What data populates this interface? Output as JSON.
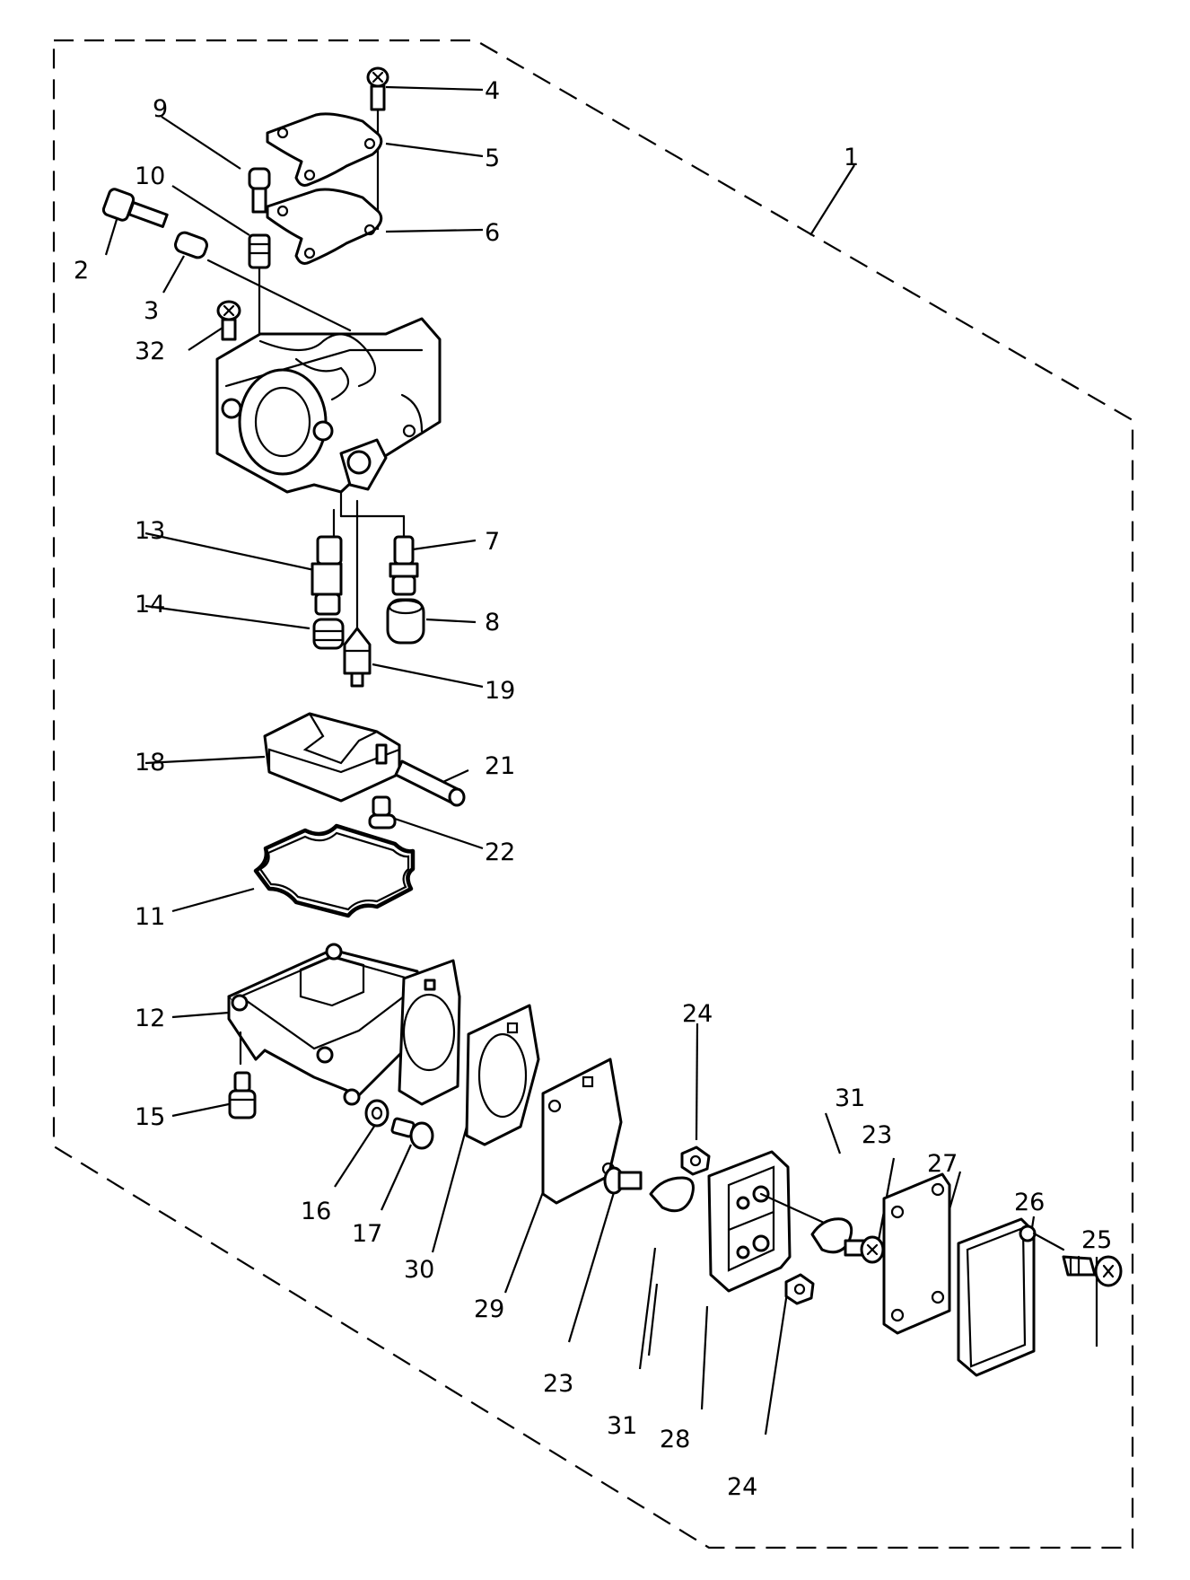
{
  "colors": {
    "ink": "#000000",
    "paper": "#ffffff"
  },
  "callouts": [
    {
      "id": "c1",
      "text": "1"
    },
    {
      "id": "c2",
      "text": "2"
    },
    {
      "id": "c3",
      "text": "3"
    },
    {
      "id": "c4",
      "text": "4"
    },
    {
      "id": "c5",
      "text": "5"
    },
    {
      "id": "c6",
      "text": "6"
    },
    {
      "id": "c7",
      "text": "7"
    },
    {
      "id": "c8",
      "text": "8"
    },
    {
      "id": "c9",
      "text": "9"
    },
    {
      "id": "c10",
      "text": "10"
    },
    {
      "id": "c11",
      "text": "11"
    },
    {
      "id": "c12",
      "text": "12"
    },
    {
      "id": "c13",
      "text": "13"
    },
    {
      "id": "c14",
      "text": "14"
    },
    {
      "id": "c15",
      "text": "15"
    },
    {
      "id": "c16",
      "text": "16"
    },
    {
      "id": "c17",
      "text": "17"
    },
    {
      "id": "c18",
      "text": "18"
    },
    {
      "id": "c19",
      "text": "19"
    },
    {
      "id": "c21",
      "text": "21"
    },
    {
      "id": "c22",
      "text": "22"
    },
    {
      "id": "c23a",
      "text": "23"
    },
    {
      "id": "c23b",
      "text": "23"
    },
    {
      "id": "c24a",
      "text": "24"
    },
    {
      "id": "c24b",
      "text": "24"
    },
    {
      "id": "c25",
      "text": "25"
    },
    {
      "id": "c26",
      "text": "26"
    },
    {
      "id": "c27",
      "text": "27"
    },
    {
      "id": "c28",
      "text": "28"
    },
    {
      "id": "c29",
      "text": "29"
    },
    {
      "id": "c30",
      "text": "30"
    },
    {
      "id": "c31a",
      "text": "31"
    },
    {
      "id": "c31b",
      "text": "31"
    },
    {
      "id": "c32",
      "text": "32"
    }
  ]
}
